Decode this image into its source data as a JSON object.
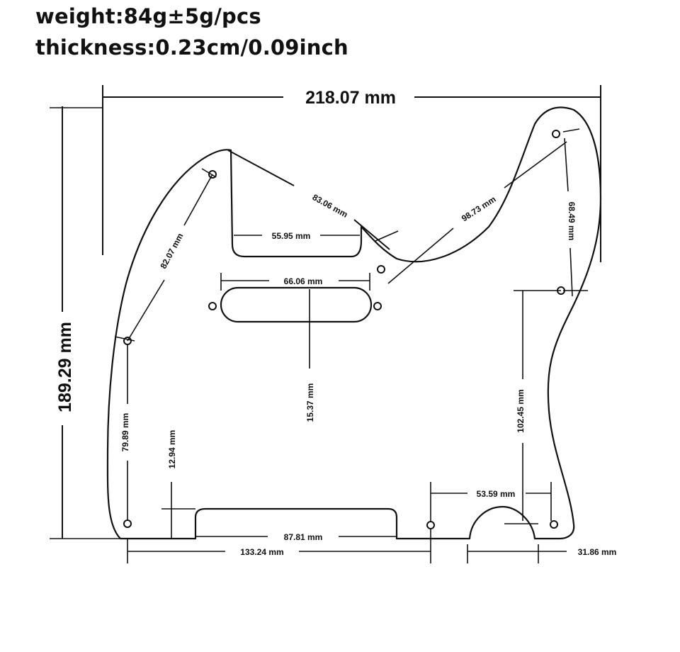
{
  "specs": {
    "weight": "weight:84g±5g/pcs",
    "thickness": "thickness:0.23cm/0.09inch"
  },
  "dimensions": {
    "overall_width": "218.07 mm",
    "overall_height": "189.29 mm",
    "top_diagonal": "83.06 mm",
    "neck_pocket": "55.95 mm",
    "pickup_length": "66.06 mm",
    "left_diagonal": "82.07 mm",
    "right_diagonal": "98.73 mm",
    "right_vertical": "68.49 mm",
    "pickup_to_bottom": "15.37 mm",
    "left_lower_vertical": "79.89 mm",
    "bottom_notch_height": "12.94 mm",
    "right_lower_vertical": "102.45 mm",
    "lower_right_span": "53.59 mm",
    "bridge_cutout": "87.81 mm",
    "bottom_span": "133.24 mm",
    "jack_cutout": "31.86 mm"
  }
}
